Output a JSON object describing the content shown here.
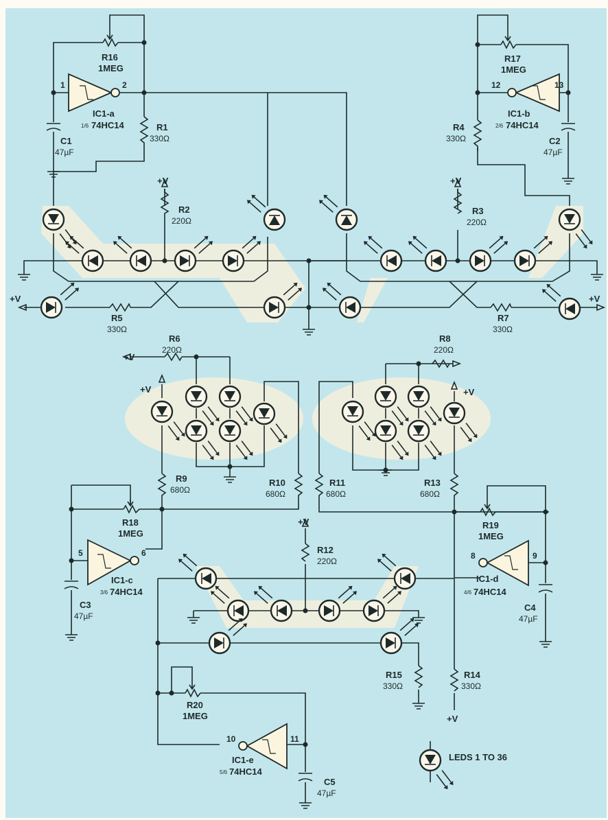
{
  "diagram": {
    "colors": {
      "background": "#c2e6ec",
      "wire": "#1e2a2a",
      "led_glow": "#f6eedd",
      "paper": "#fdfbf3"
    },
    "supply_label": "+V",
    "gates": [
      {
        "ref": "IC1-a",
        "part": "74HC14",
        "fraction": "1/6",
        "in_pin": "1",
        "out_pin": "2"
      },
      {
        "ref": "IC1-b",
        "part": "74HC14",
        "fraction": "2/6",
        "in_pin": "13",
        "out_pin": "12"
      },
      {
        "ref": "IC1-c",
        "part": "74HC14",
        "fraction": "3/6",
        "in_pin": "5",
        "out_pin": "6"
      },
      {
        "ref": "IC1-d",
        "part": "74HC14",
        "fraction": "4/6",
        "in_pin": "9",
        "out_pin": "8"
      },
      {
        "ref": "IC1-e",
        "part": "74HC14",
        "fraction": "5/6",
        "in_pin": "11",
        "out_pin": "10"
      }
    ],
    "pots": [
      {
        "ref": "R16",
        "value": "1MEG"
      },
      {
        "ref": "R17",
        "value": "1MEG"
      },
      {
        "ref": "R18",
        "value": "1MEG"
      },
      {
        "ref": "R19",
        "value": "1MEG"
      },
      {
        "ref": "R20",
        "value": "1MEG"
      }
    ],
    "capacitors": [
      {
        "ref": "C1",
        "value": "47µF"
      },
      {
        "ref": "C2",
        "value": "47µF"
      },
      {
        "ref": "C3",
        "value": "47µF"
      },
      {
        "ref": "C4",
        "value": "47µF"
      },
      {
        "ref": "C5",
        "value": "47µF"
      }
    ],
    "resistors": [
      {
        "ref": "R1",
        "value": "330Ω"
      },
      {
        "ref": "R2",
        "value": "220Ω"
      },
      {
        "ref": "R3",
        "value": "220Ω"
      },
      {
        "ref": "R4",
        "value": "330Ω"
      },
      {
        "ref": "R5",
        "value": "330Ω"
      },
      {
        "ref": "R6",
        "value": "220Ω"
      },
      {
        "ref": "R7",
        "value": "330Ω"
      },
      {
        "ref": "R8",
        "value": "220Ω"
      },
      {
        "ref": "R9",
        "value": "680Ω"
      },
      {
        "ref": "R10",
        "value": "680Ω"
      },
      {
        "ref": "R11",
        "value": "680Ω"
      },
      {
        "ref": "R12",
        "value": "220Ω"
      },
      {
        "ref": "R13",
        "value": "680Ω"
      },
      {
        "ref": "R14",
        "value": "330Ω"
      },
      {
        "ref": "R15",
        "value": "330Ω"
      }
    ],
    "legend": {
      "label": "LEDS 1 TO 36"
    }
  }
}
